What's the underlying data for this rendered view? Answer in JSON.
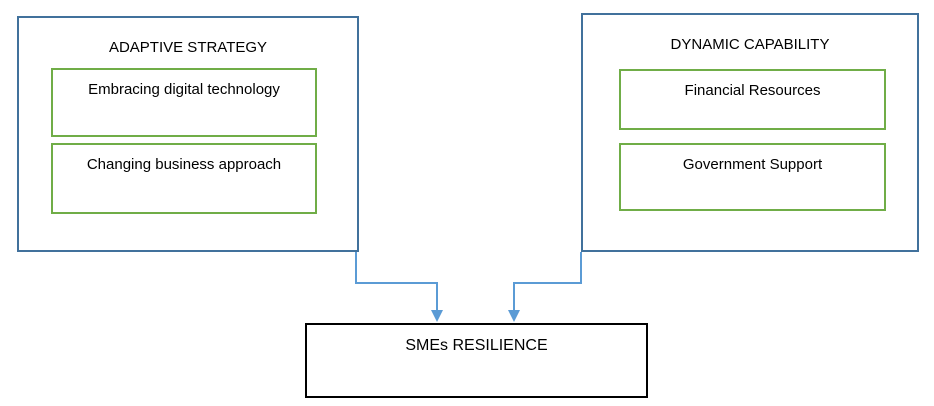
{
  "colors": {
    "group_border_blue": "#41719C",
    "sub_border_green": "#70AD47",
    "connector_blue": "#5B9BD5",
    "result_border_black": "#000000",
    "text": "#000000",
    "background": "#FFFFFF"
  },
  "diagram": {
    "left_group": {
      "title": "ADAPTIVE STRATEGY",
      "items": [
        "Embracing digital technology",
        "Changing business approach"
      ]
    },
    "right_group": {
      "title": "DYNAMIC CAPABILITY",
      "items": [
        "Financial Resources",
        "Government Support"
      ]
    },
    "result": {
      "title": "SMEs RESILIENCE"
    },
    "edges": [
      {
        "from": "ADAPTIVE STRATEGY",
        "to": "SMEs RESILIENCE",
        "style": "elbow-arrow"
      },
      {
        "from": "DYNAMIC CAPABILITY",
        "to": "SMEs RESILIENCE",
        "style": "elbow-arrow"
      }
    ]
  }
}
